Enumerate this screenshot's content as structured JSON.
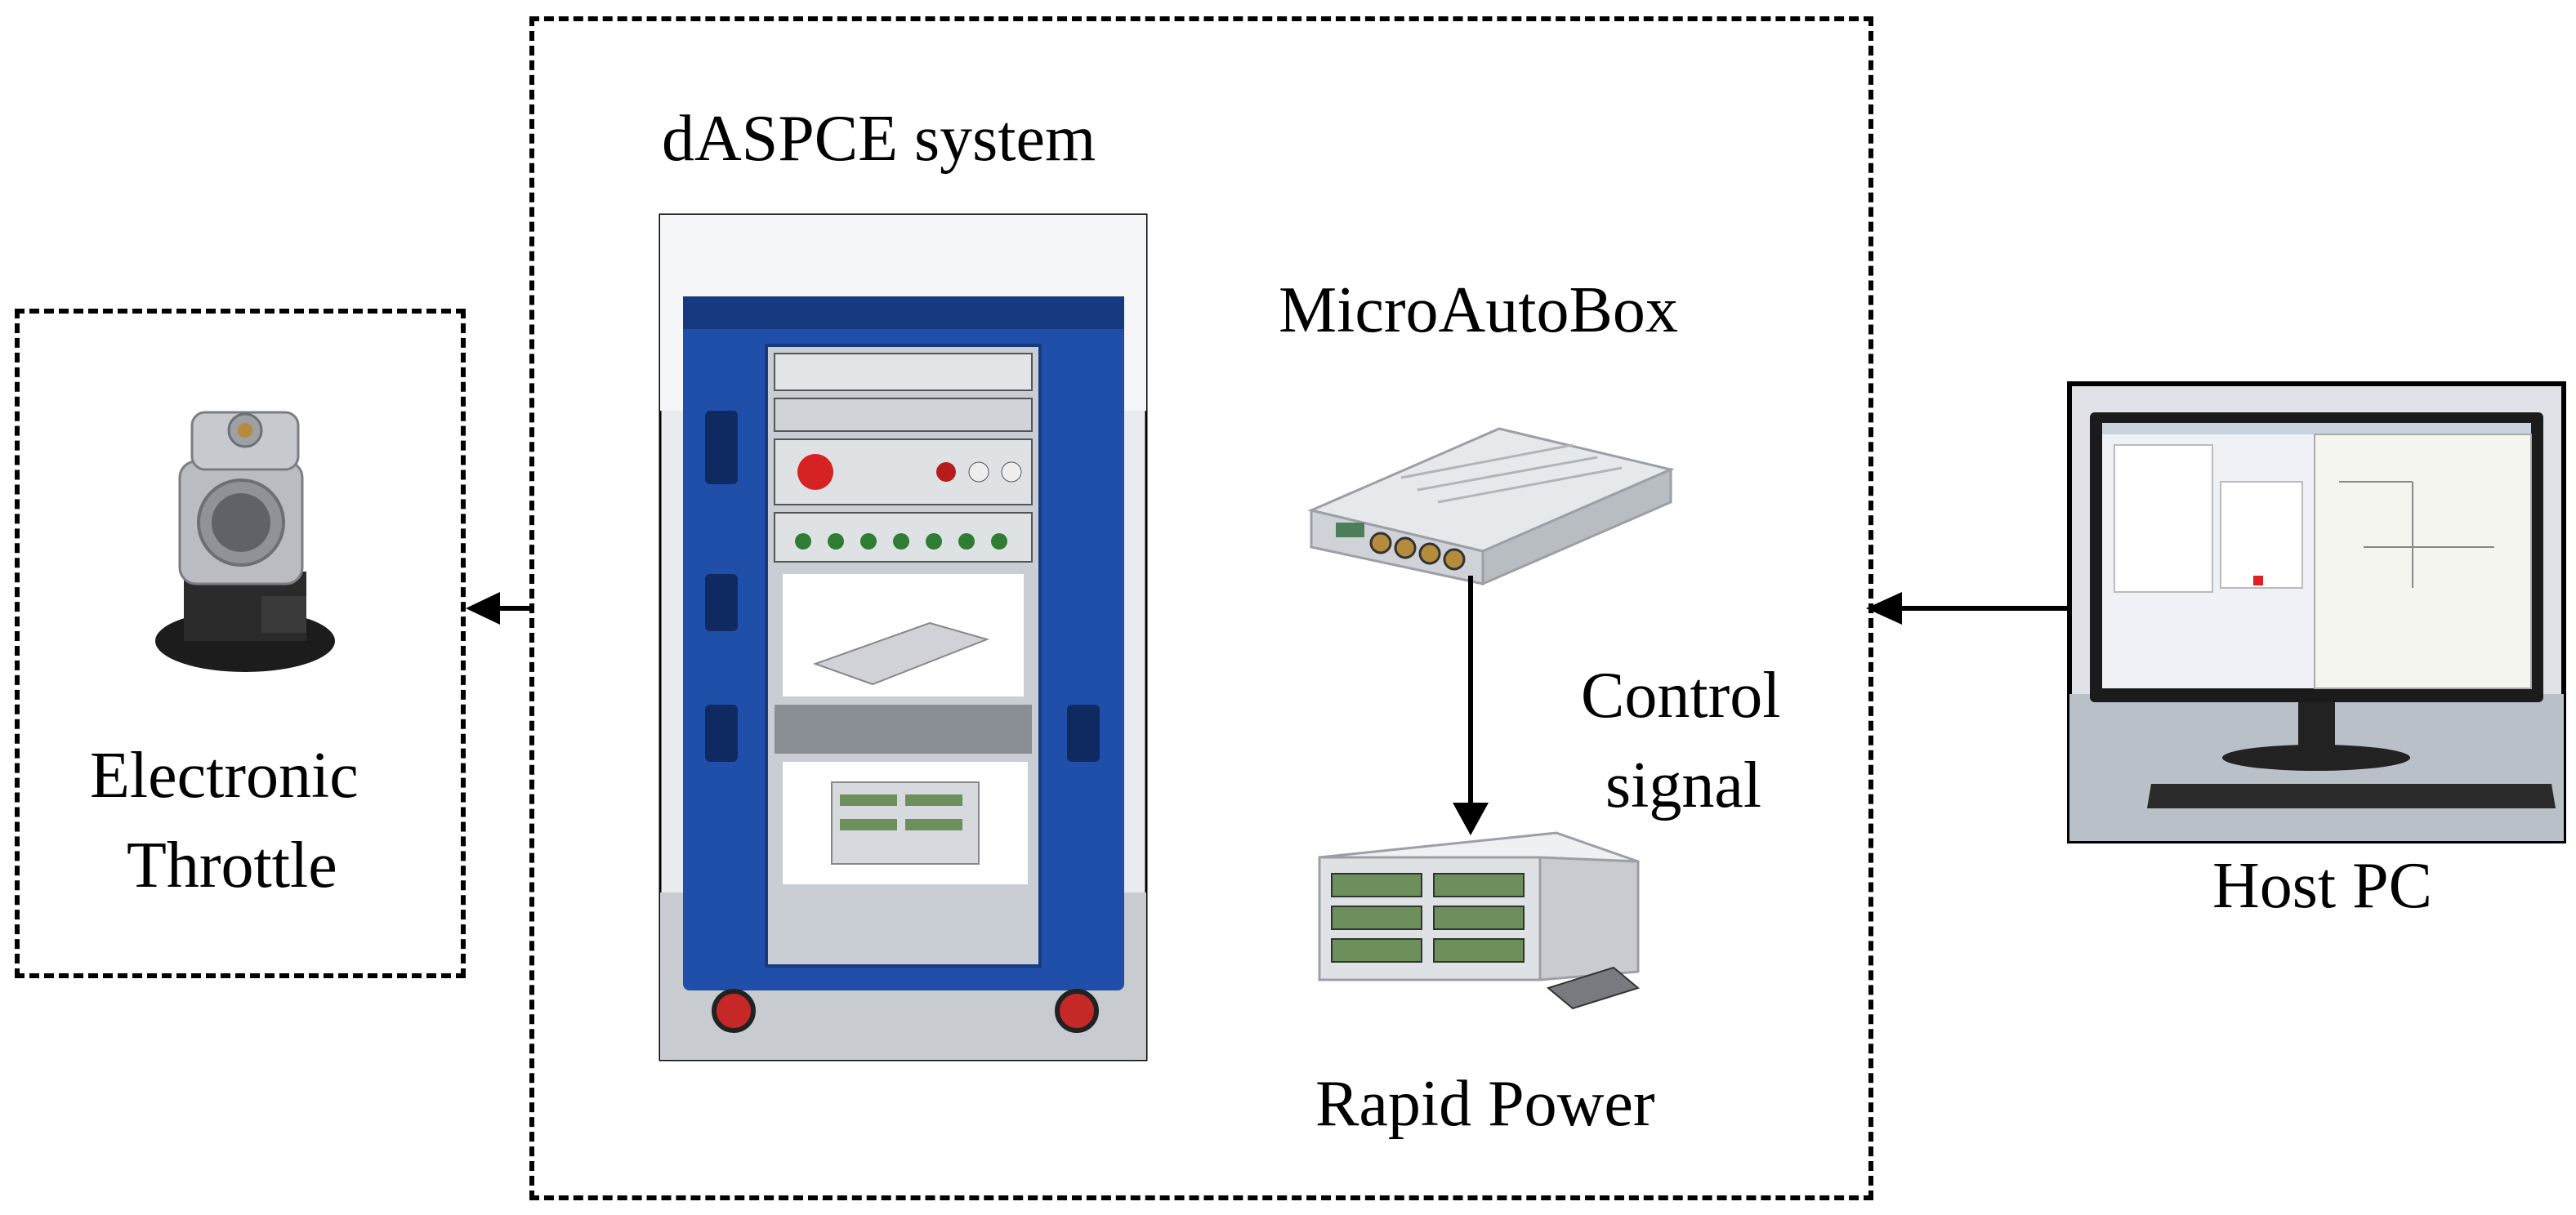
{
  "diagram": {
    "system_label": "dASPCE system",
    "microautobox_label": "MicroAutoBox",
    "control_signal_line1": "Control",
    "control_signal_line2": "signal",
    "rapid_power_label": "Rapid Power",
    "throttle_line1": "Electronic",
    "throttle_line2": "Throttle",
    "host_pc_label": "Host PC",
    "colors": {
      "cabinet_blue": "#1f4fa8",
      "cabinet_dark": "#163a80",
      "device_silver": "#d9dde2",
      "screen_bg": "#eef1f5",
      "throttle_metal": "#b9bcc0",
      "throttle_dark": "#222222"
    }
  }
}
